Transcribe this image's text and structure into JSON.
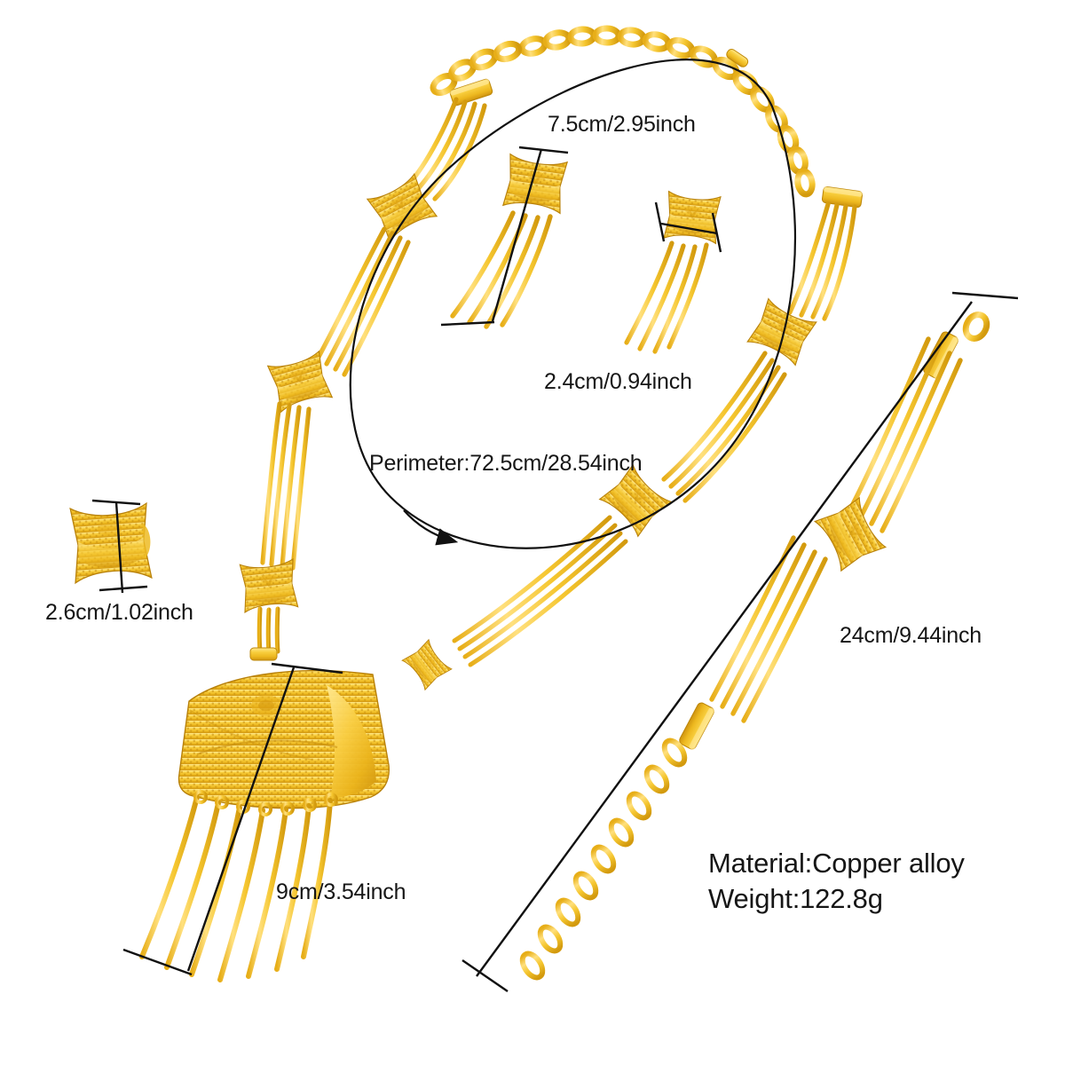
{
  "product": {
    "category": "jewelry-set",
    "title": "Gold plated tassel jewelry set",
    "pieces": [
      "necklace",
      "earrings",
      "bracelet",
      "ring"
    ]
  },
  "annotations": {
    "earring_length": "7.5cm/2.95inch",
    "earring_width": "2.4cm/0.94inch",
    "necklace_perimeter": "Perimeter:72.5cm/28.54inch",
    "ring_size": "2.6cm/1.02inch",
    "pendant_length": "9cm/3.54inch",
    "bracelet_length": "24cm/9.44inch"
  },
  "specs": {
    "material": "Material:Copper alloy",
    "weight": "Weight:122.8g"
  },
  "colors": {
    "gold_light": "#FFE27A",
    "gold_mid": "#F7CB3C",
    "gold_base": "#F0BE24",
    "gold_deep": "#D9A012",
    "gold_shadow": "#B8810A",
    "line": "#111111",
    "background": "#FFFFFF"
  },
  "icon_names": [
    "necklace-icon",
    "earring-left-icon",
    "earring-right-icon",
    "bracelet-icon",
    "ring-icon",
    "measure-line-icon",
    "perimeter-ellipse-icon",
    "arrowhead-icon"
  ]
}
